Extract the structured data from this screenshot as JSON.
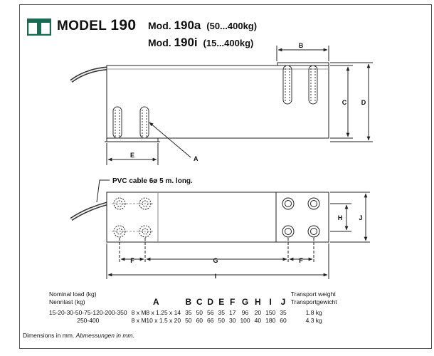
{
  "header": {
    "model_prefix": "MODEL",
    "model_number": "190",
    "mods": [
      {
        "prefix": "Mod.",
        "number": "190a",
        "range": "(50...400kg)"
      },
      {
        "prefix": "Mod.",
        "number": "190i",
        "range": "(15...400kg)"
      }
    ]
  },
  "drawing": {
    "dimension_labels": [
      "A",
      "B",
      "C",
      "D",
      "E",
      "F",
      "G",
      "H",
      "I",
      "J"
    ],
    "cable_note": "PVC cable 6ø 5 m. long."
  },
  "table": {
    "load_header_line1": "Nominal load (kg)",
    "load_header_line2": "Nennlast (kg)",
    "columns": [
      "A",
      "B",
      "C",
      "D",
      "E",
      "F",
      "G",
      "H",
      "I",
      "J"
    ],
    "weight_header_line1": "Transport weight",
    "weight_header_line2": "Transportgewicht",
    "rows": [
      {
        "load": "15-20-30-50-75-120-200-350",
        "values": [
          "8 x M8 x 1.25 x 14",
          "35",
          "50",
          "56",
          "35",
          "17",
          "96",
          "20",
          "150",
          "35"
        ],
        "weight": "1.8 kg"
      },
      {
        "load": "250-400",
        "values": [
          "8 x M10 x 1.5 x 20",
          "50",
          "60",
          "66",
          "50",
          "30",
          "100",
          "40",
          "180",
          "60"
        ],
        "weight": "4.3 kg"
      }
    ]
  },
  "footnote": {
    "main": "Dimensions in mm.",
    "italic": "Abmessungen in mm."
  },
  "colors": {
    "brand": "#1a6b52",
    "line": "#222222"
  }
}
